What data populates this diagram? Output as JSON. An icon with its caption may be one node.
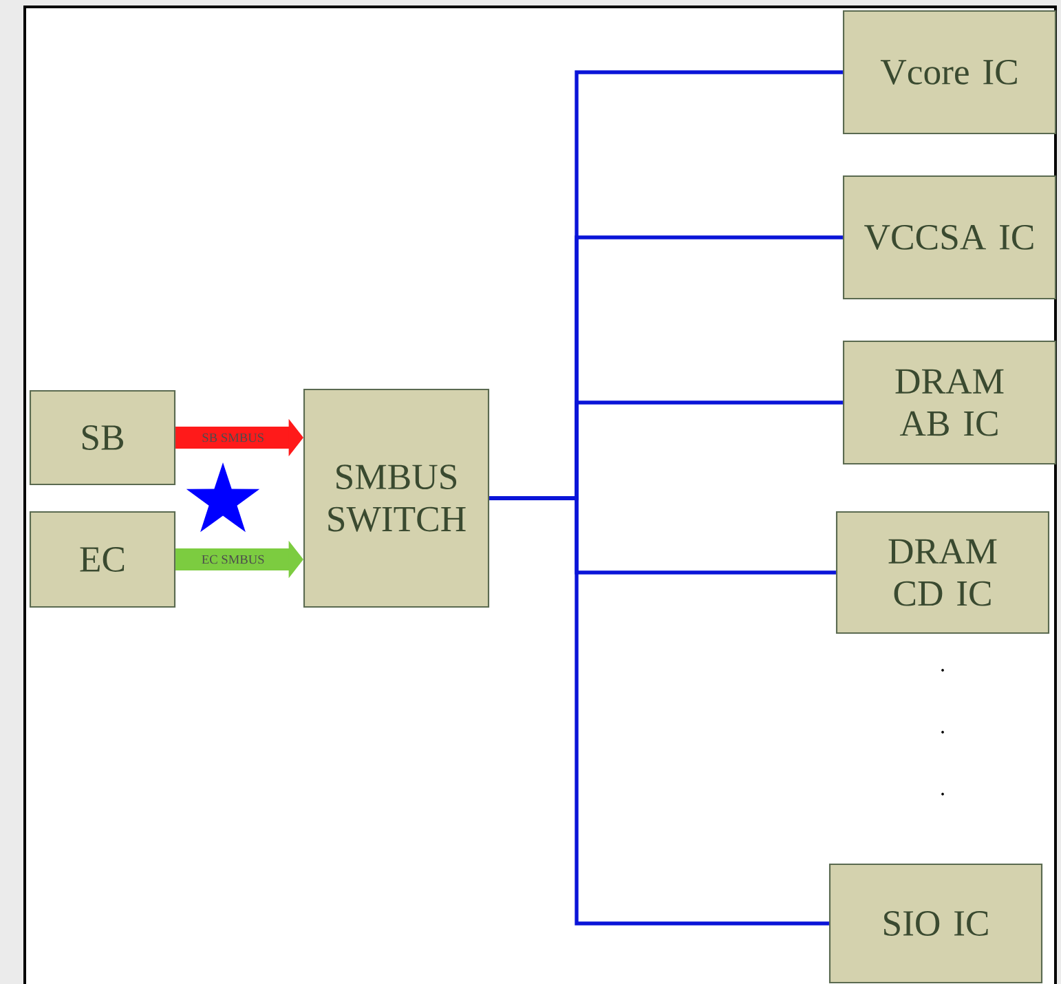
{
  "diagram": {
    "nodes": [
      {
        "text": [
          "SB"
        ]
      },
      {
        "text": [
          "EC"
        ]
      },
      {
        "text": [
          "SMBUS SWITCH"
        ]
      },
      {
        "text": [
          "Vcore IC"
        ]
      },
      {
        "text": [
          "VCCSA IC"
        ]
      },
      {
        "text": [
          "DRAM AB IC"
        ]
      },
      {
        "text": [
          "DRAM CD IC"
        ]
      },
      {
        "text": [
          "SIO IC"
        ]
      }
    ],
    "edges": [
      {
        "from": 0,
        "to": 2,
        "arrow": "to",
        "label": "SB SMBUS",
        "style": "thick",
        "color": "#ff1a1a"
      },
      {
        "from": 1,
        "to": 2,
        "arrow": "to",
        "label": "EC SMBUS",
        "style": "thick",
        "color": "#7ccc40"
      },
      {
        "from": 2,
        "to": 3,
        "arrow": "none"
      },
      {
        "from": 2,
        "to": 4,
        "arrow": "none"
      },
      {
        "from": 2,
        "to": 5,
        "arrow": "none"
      },
      {
        "from": 2,
        "to": 6,
        "arrow": "none"
      },
      {
        "from": 2,
        "to": 7,
        "arrow": "none"
      }
    ],
    "labels": [
      ".",
      ".",
      "."
    ]
  }
}
